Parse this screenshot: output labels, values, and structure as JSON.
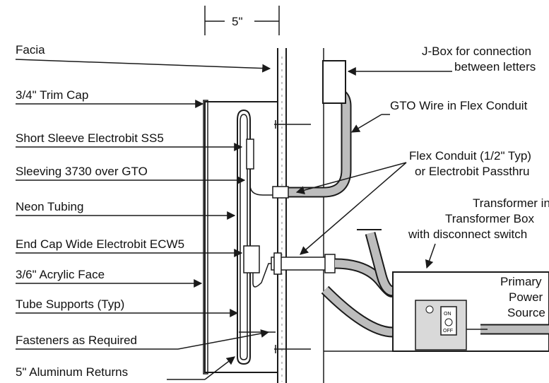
{
  "dimension": "5\"",
  "left_labels": [
    "Facia",
    "3/4\" Trim Cap",
    "Short Sleeve Electrobit SS5",
    "Sleeving 3730 over GTO",
    "Neon Tubing",
    "End Cap Wide Electrobit ECW5",
    "3/6\" Acrylic Face",
    "Tube Supports (Typ)",
    "Fasteners as Required",
    "5\" Aluminum Returns"
  ],
  "right_labels": {
    "jbox": [
      "J-Box for connection",
      "between letters"
    ],
    "gto": "GTO Wire in Flex Conduit",
    "flex": [
      "Flex Conduit (1/2\" Typ)",
      "or Electrobit Passthru"
    ],
    "transformer": [
      "Transformer in",
      "Transformer Box",
      "with disconnect switch"
    ],
    "power": [
      "Primary",
      "Power",
      "Source"
    ]
  },
  "switch": {
    "on": "ON",
    "off": "OFF"
  },
  "colors": {
    "line": "#1a1a1a",
    "conduit": "#bdbdbd",
    "box_fill": "#d9d9d9",
    "panel_fill": "#ffffff"
  }
}
